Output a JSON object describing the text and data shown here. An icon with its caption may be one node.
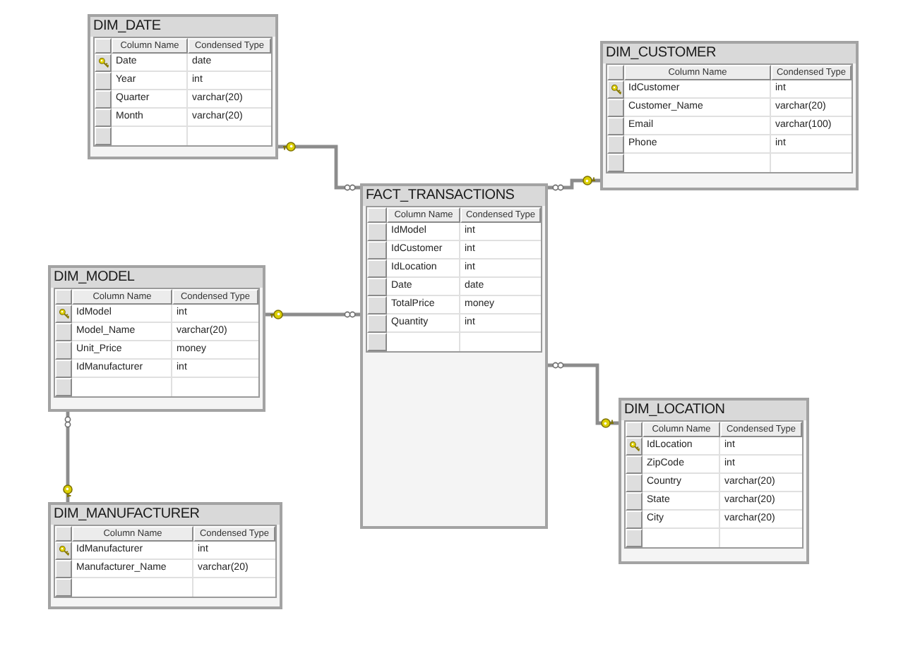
{
  "diagram": {
    "nodes": [
      {
        "text": [
          "DIM_DATE",
          "Column Name",
          "Condensed Type",
          "Date",
          "date",
          "Year",
          "int",
          "Quarter",
          "varchar(20)",
          "Month",
          "varchar(20)"
        ]
      },
      {
        "text": [
          "DIM_CUSTOMER",
          "Column Name",
          "Condensed Type",
          "IdCustomer",
          "int",
          "Customer_Name",
          "varchar(20)",
          "Email",
          "varchar(100)",
          "Phone",
          "int"
        ]
      },
      {
        "text": [
          "FACT_TRANSACTIONS",
          "Column Name",
          "Condensed Type",
          "IdModel",
          "int",
          "IdCustomer",
          "int",
          "IdLocation",
          "int",
          "Date",
          "date",
          "TotalPrice",
          "money",
          "Quantity",
          "int"
        ]
      },
      {
        "text": [
          "DIM_MODEL",
          "Column Name",
          "Condensed Type",
          "IdModel",
          "int",
          "Model_Name",
          "varchar(20)",
          "Unit_Price",
          "money",
          "IdManufacturer",
          "int"
        ]
      },
      {
        "text": [
          "DIM_LOCATION",
          "Column Name",
          "Condensed Type",
          "IdLocation",
          "int",
          "ZipCode",
          "int",
          "Country",
          "varchar(20)",
          "State",
          "varchar(20)",
          "City",
          "varchar(20)"
        ]
      },
      {
        "text": [
          "DIM_MANUFACTURER",
          "Column Name",
          "Condensed Type",
          "IdManufacturer",
          "int",
          "Manufacturer_Name",
          "varchar(20)"
        ]
      }
    ],
    "edges": [
      {
        "from": 0,
        "to": 2,
        "arrow": "other"
      },
      {
        "from": 1,
        "to": 2,
        "arrow": "other"
      },
      {
        "from": 3,
        "to": 2,
        "arrow": "other"
      },
      {
        "from": 4,
        "to": 2,
        "arrow": "other"
      },
      {
        "from": 5,
        "to": 3,
        "arrow": "other"
      }
    ]
  }
}
